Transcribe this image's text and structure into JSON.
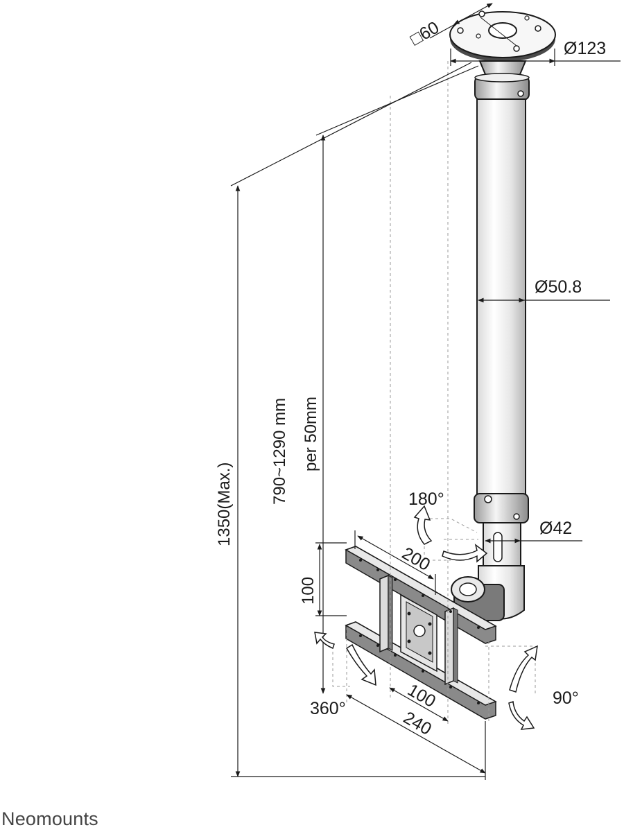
{
  "brand": {
    "name": "Neomounts"
  },
  "dimensions": {
    "square": "□60",
    "plate_diameter": "Ø123",
    "pole_diameter": "Ø50.8",
    "lower_diameter": "Ø42",
    "range": "790~1290 mm",
    "step": "per 50mm",
    "max_height": "1350(Max.)",
    "vesa_height": "100",
    "bracket_width": "200",
    "vesa_width": "100",
    "plate_width": "240"
  },
  "rotations": {
    "swivel": "180°",
    "rotate": "360°",
    "tilt": "90°"
  },
  "colors": {
    "line": "#1a1a1a",
    "metal_light": "#f2f2f2",
    "metal_mid": "#cfcfcf",
    "metal_dark": "#8a8a8a",
    "dashed": "#9a9a9a"
  }
}
